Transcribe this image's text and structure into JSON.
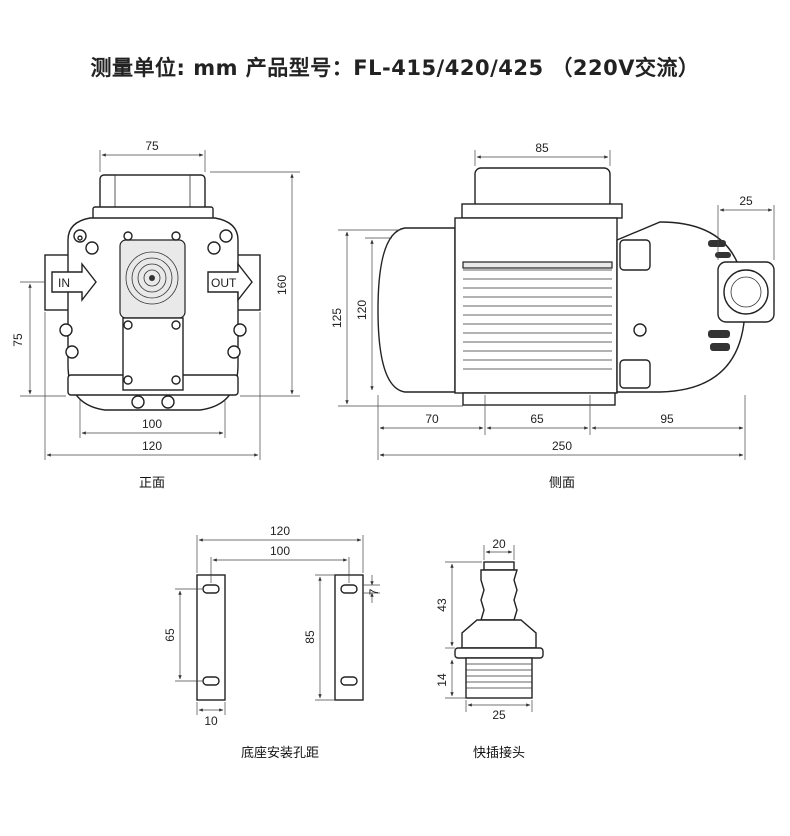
{
  "title": "测量单位: mm   产品型号：FL-415/420/425 （220V交流）",
  "front": {
    "caption": "正面",
    "in_label": "IN",
    "out_label": "OUT",
    "dim_top": "75",
    "dim_height": "160",
    "dim_left": "75",
    "dim_bolt": "100",
    "dim_width": "120"
  },
  "side": {
    "caption": "侧面",
    "dim_top": "85",
    "dim_outlet": "25",
    "dim_125": "125",
    "dim_120": "120",
    "dim_70": "70",
    "dim_65": "65",
    "dim_95": "95",
    "dim_total": "250"
  },
  "base": {
    "caption": "底座安装孔距",
    "dim_outer": "120",
    "dim_inner": "100",
    "dim_left": "65",
    "dim_right": "85",
    "dim_small": "7",
    "dim_bottom": "10"
  },
  "connector": {
    "caption": "快插接头",
    "dim_top": "20",
    "dim_43": "43",
    "dim_14": "14",
    "dim_bottom": "25"
  }
}
